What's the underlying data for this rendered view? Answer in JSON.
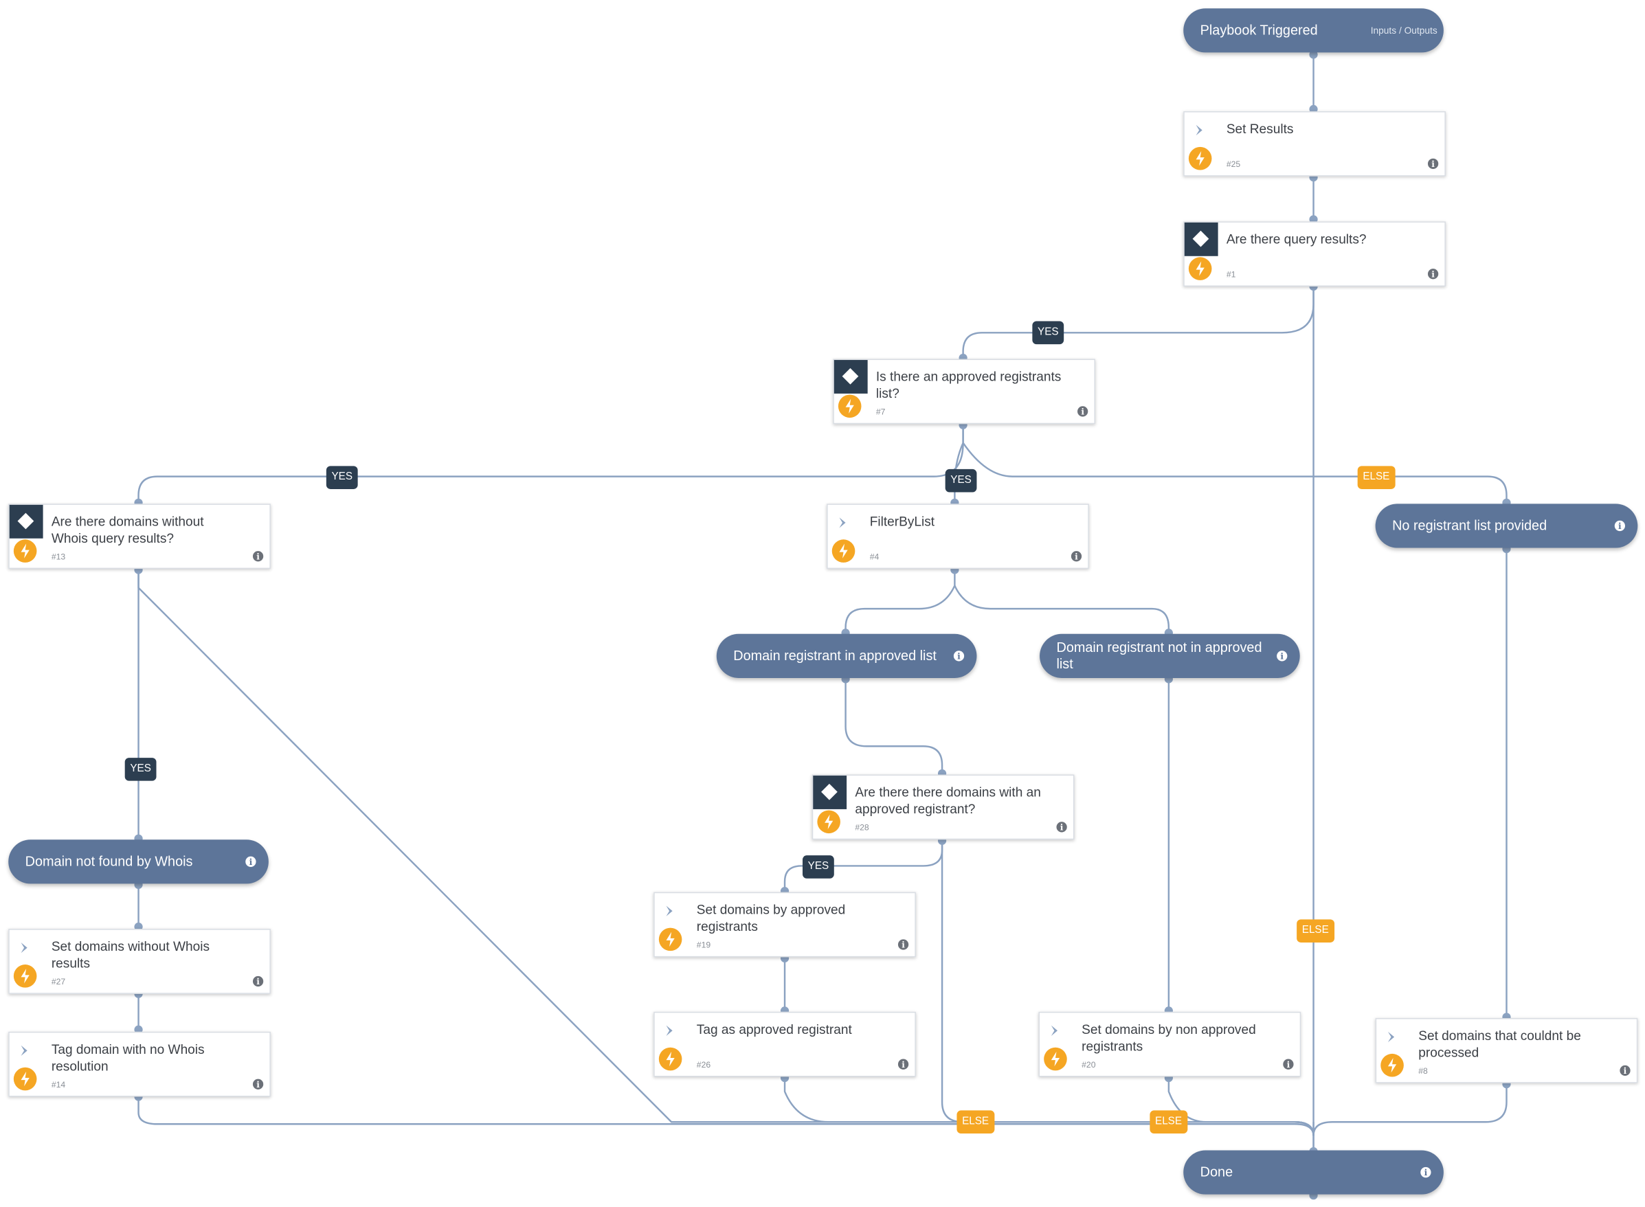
{
  "colors": {
    "edge": "#8ba2c1",
    "pill": "#5d7599",
    "condition": "#2c3e50",
    "automation": "#f5a623"
  },
  "start": {
    "title": "Playbook Triggered",
    "sub": "Inputs / Outputs"
  },
  "end": {
    "title": "Done"
  },
  "tasks": {
    "t25": {
      "name": "Set Results",
      "id": "#25",
      "kind": "regular"
    },
    "t1": {
      "name": "Are there query results?",
      "id": "#1",
      "kind": "condition"
    },
    "t7": {
      "name": "Is there an approved registrants list?",
      "id": "#7",
      "kind": "condition"
    },
    "t13": {
      "name": "Are there domains without Whois query results?",
      "id": "#13",
      "kind": "condition"
    },
    "t4": {
      "name": "FilterByList",
      "id": "#4",
      "kind": "regular"
    },
    "t28": {
      "name": "Are there there domains with an approved registrant?",
      "id": "#28",
      "kind": "condition"
    },
    "t19": {
      "name": "Set domains by approved registrants",
      "id": "#19",
      "kind": "regular"
    },
    "t26": {
      "name": "Tag as approved registrant",
      "id": "#26",
      "kind": "regular"
    },
    "t20": {
      "name": "Set domains by non approved registrants",
      "id": "#20",
      "kind": "regular"
    },
    "t8": {
      "name": "Set domains that couldnt be processed",
      "id": "#8",
      "kind": "regular"
    },
    "t27": {
      "name": "Set domains without Whois results",
      "id": "#27",
      "kind": "regular"
    },
    "t14": {
      "name": "Tag domain with no Whois resolution",
      "id": "#14",
      "kind": "regular"
    }
  },
  "sections": {
    "noList": "No registrant list provided",
    "inList": "Domain registrant in approved list",
    "notInList": "Domain registrant not in approved list",
    "notFound": "Domain not found by Whois"
  },
  "labels": {
    "yes": "YES",
    "else": "ELSE"
  }
}
